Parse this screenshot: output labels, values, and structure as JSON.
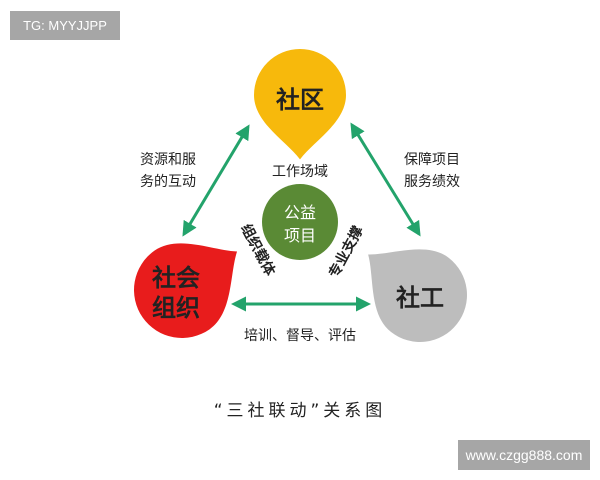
{
  "watermarks": {
    "top_left": "TG: MYYJJPP",
    "bottom_right": "www.czgg888.com"
  },
  "colors": {
    "community": "#f7b90c",
    "social_org": "#e81c1c",
    "social_work": "#bdbdbd",
    "project": "#5a8a35",
    "arrow": "#23a36b"
  },
  "nodes": {
    "community": "社区",
    "social_org_line1": "社会",
    "social_org_line2": "组织",
    "social_work": "社工",
    "project_line1": "公益",
    "project_line2": "项目"
  },
  "edges": {
    "left_line1": "资源和服",
    "left_line2": "务的互动",
    "right_line1": "保障项目",
    "right_line2": "服务绩效",
    "bottom": "培训、督导、评估"
  },
  "inner_labels": {
    "top": "工作场域",
    "left": "组织载体",
    "right": "专业支撑"
  },
  "title": "“三社联动”关系图"
}
